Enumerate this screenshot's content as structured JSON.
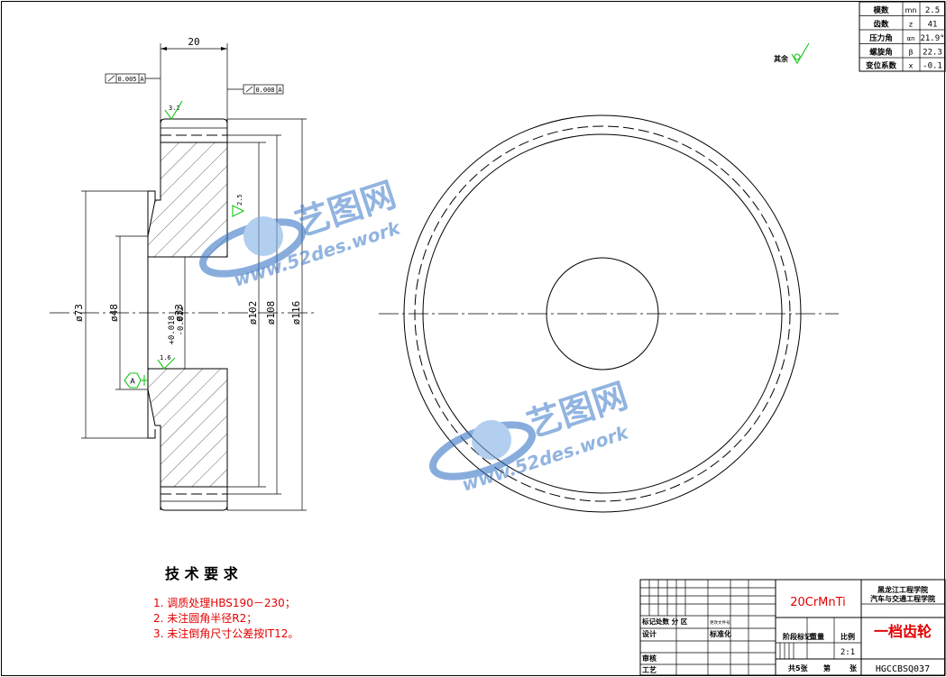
{
  "drawing": {
    "title": "一档齿轮",
    "material": "20CrMnTi",
    "drawing_no": "HGCCBSQ037",
    "school": "黑龙江工程学院",
    "college": "汽车与交通工程学院",
    "scale": "2:1",
    "roughness_rest_label": "其余"
  },
  "gear_params": [
    {
      "name": "模数",
      "sym": "mn",
      "val": "2.5"
    },
    {
      "name": "齿数",
      "sym": "z",
      "val": "41"
    },
    {
      "name": "压力角",
      "sym": "αn",
      "val": "21.9°"
    },
    {
      "name": "螺旋角",
      "sym": "β",
      "val": "22.3"
    },
    {
      "name": "变位系数",
      "sym": "x",
      "val": "-0.1"
    }
  ],
  "dimensions": {
    "width": "20",
    "d73": "ø73",
    "d48": "ø48",
    "bore": "ø33",
    "bore_tol_upper": "+0.018",
    "bore_tol_lower": "-0.012",
    "d102": "ø102",
    "d108": "ø108",
    "d116": "ø116",
    "runout1": "0.005",
    "runout2": "0.008",
    "datum": "A",
    "ra_face": "3.2",
    "ra_flank": "2.5",
    "ra_bore": "1.6"
  },
  "tech": {
    "heading": "技 术 要 求",
    "items": [
      "1. 调质处理HBS190－230；",
      "2. 未注圆角半径R2；",
      "3. 未注倒角尺寸公差按IT12。"
    ]
  },
  "title_block": {
    "r1": "标记处数 分 区",
    "r1b": "更改文件号",
    "design": "设计",
    "std": "标准化",
    "review": "审核",
    "process": "工艺",
    "stage": "阶段标记",
    "weight": "重量",
    "ratio": "比例",
    "total": "共5张",
    "sheet": "第",
    "sheet_unit": "张"
  },
  "watermark": {
    "brand": "艺图网",
    "url": "www.52des.work"
  }
}
